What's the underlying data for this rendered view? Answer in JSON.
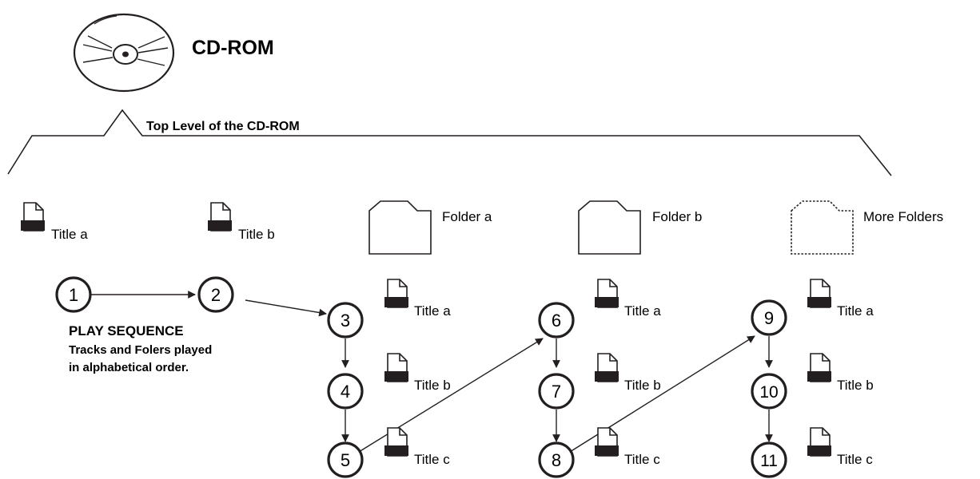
{
  "disc_label": "CD-ROM",
  "top_level_label": "Top Level of the CD-ROM",
  "file_badge": "mp3",
  "top_level": {
    "file_a": "Title a",
    "file_b": "Title b",
    "folder_a": "Folder a",
    "folder_b": "Folder b",
    "more_folders": "More Folders"
  },
  "play_sequence": {
    "heading": "PLAY SEQUENCE",
    "note_line1": "Tracks and Folers played",
    "note_line2": "in alphabetical order."
  },
  "folder_a_tracks": [
    "Title a",
    "Title b",
    "Title c"
  ],
  "folder_b_tracks": [
    "Title a",
    "Title b",
    "Title c"
  ],
  "more_folders_tracks": [
    "Title a",
    "Title b",
    "Title c"
  ],
  "steps": [
    "1",
    "2",
    "3",
    "4",
    "5",
    "6",
    "7",
    "8",
    "9",
    "10",
    "11"
  ]
}
